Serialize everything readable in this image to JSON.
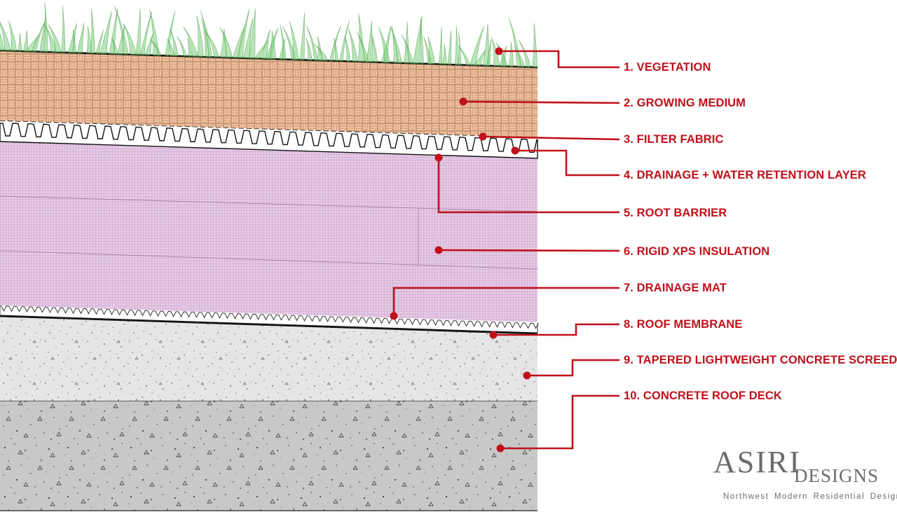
{
  "colors": {
    "accent": "#c0101a",
    "growing_medium": "#f3c29e",
    "insulation": "#e6cbe6",
    "screed": "#e5e5e5",
    "deck": "#c8c8c8",
    "vegetation": "#7ed07e",
    "brand_text": "#6b6b6b"
  },
  "layers": [
    {
      "label": "1.  VEGETATION",
      "icon": "grass-texture"
    },
    {
      "label": "2. GROWING MEDIUM",
      "icon": "weave-texture"
    },
    {
      "label": "3. FILTER FABRIC",
      "icon": "dashed-line"
    },
    {
      "label": "4. DRAINAGE + WATER RETENTION LAYER",
      "icon": "corrugated-profile"
    },
    {
      "label": "5. ROOT BARRIER",
      "icon": "thin-line"
    },
    {
      "label": "6. RIGID XPS INSULATION",
      "icon": "grid-texture"
    },
    {
      "label": "7. DRAINAGE MAT",
      "icon": "corrugated-profile"
    },
    {
      "label": "8. ROOF MEMBRANE",
      "icon": "thick-line"
    },
    {
      "label": "9. TAPERED LIGHTWEIGHT CONCRETE SCREED",
      "icon": "stipple-texture"
    },
    {
      "label": "10. CONCRETE ROOF DECK",
      "icon": "aggregate-texture"
    }
  ],
  "brand": {
    "name": "ASIRI",
    "sub": "DESIGNS",
    "tagline": "Northwest  Modern  Residential  Design"
  }
}
